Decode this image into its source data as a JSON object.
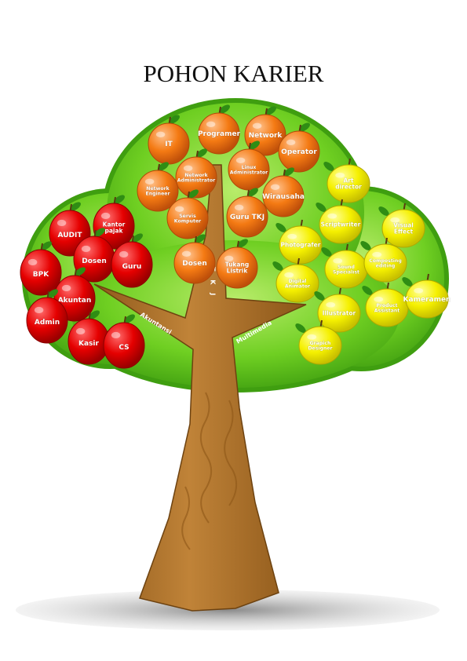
{
  "title": "POHON KARIER",
  "branches": {
    "left": "Akuntansi",
    "center": "T K J",
    "right": "Multimedia"
  },
  "groups": [
    {
      "name": "Akuntansi",
      "fruit": "apple",
      "color": "#e50000",
      "items": [
        "AUDIT",
        "Kantor pajak",
        "BPK",
        "Dosen",
        "Guru",
        "Akuntan",
        "Admin",
        "Kasir",
        "CS"
      ]
    },
    {
      "name": "TKJ",
      "fruit": "orange",
      "color": "#f47a13",
      "items": [
        "IT",
        "Programer",
        "Network",
        "Operator",
        "Network Administrator",
        "Linux Administrator",
        "Network Engineer",
        "Wirausaha",
        "Servis Komputer",
        "Guru TKJ",
        "Dosen",
        "Tukang Listrik"
      ]
    },
    {
      "name": "Multimedia",
      "fruit": "lemon",
      "color": "#f5f000",
      "items": [
        "Art director",
        "Scriptwriter",
        "Visual Effect",
        "Photografer",
        "Sound Specialist",
        "Composting editing",
        "Digital Animator",
        "Product Assistant",
        "Kameramen",
        "Illustrator",
        "Grapich Designer"
      ]
    }
  ]
}
